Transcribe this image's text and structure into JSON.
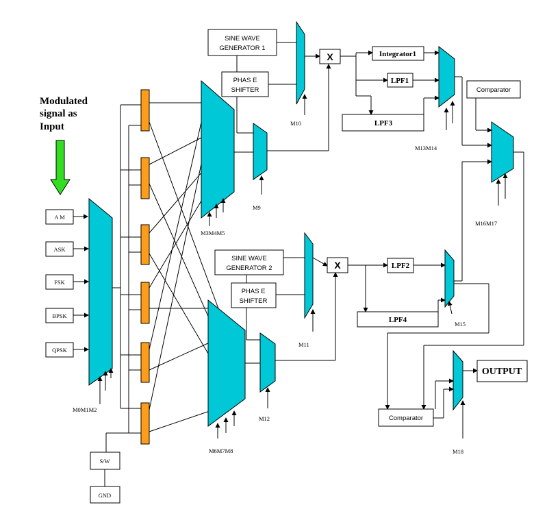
{
  "input_caption": [
    "Modulated",
    "signal as",
    "Input"
  ],
  "inputs": [
    "A M",
    "ASK",
    "FSK",
    "BPSK",
    "QPSK"
  ],
  "blocks": {
    "sine1": [
      "SINE WAVE",
      "GENERATOR 1"
    ],
    "phase1": [
      "PHAS E",
      "SHIFTER"
    ],
    "sine2": [
      "SINE WAVE",
      "GENERATOR 2"
    ],
    "phase2": [
      "PHAS E",
      "SHIFTER"
    ],
    "mult1": "X",
    "mult2": "X",
    "integrator": "Integrator1",
    "lpf1": "LPF1",
    "lpf2": "LPF2",
    "lpf3": "LPF3",
    "lpf4": "LPF4",
    "comparator1": "Comparator",
    "comparator2": "Comparator",
    "output": "OUTPUT",
    "sw": "S/W",
    "gnd": "GND"
  },
  "mux_labels": {
    "m0": "M0M1M2",
    "m3": "M3M4M5",
    "m6": "M6M7M8",
    "m9": "M9",
    "m10": "M10",
    "m11": "M11",
    "m12": "M12",
    "m13": "M13M14",
    "m15": "M15",
    "m16": "M16M17",
    "m18": "M18"
  },
  "colors": {
    "mux": "#00c8d6",
    "switch": "#ff9c1a",
    "input_arrow": "#33dd22"
  }
}
